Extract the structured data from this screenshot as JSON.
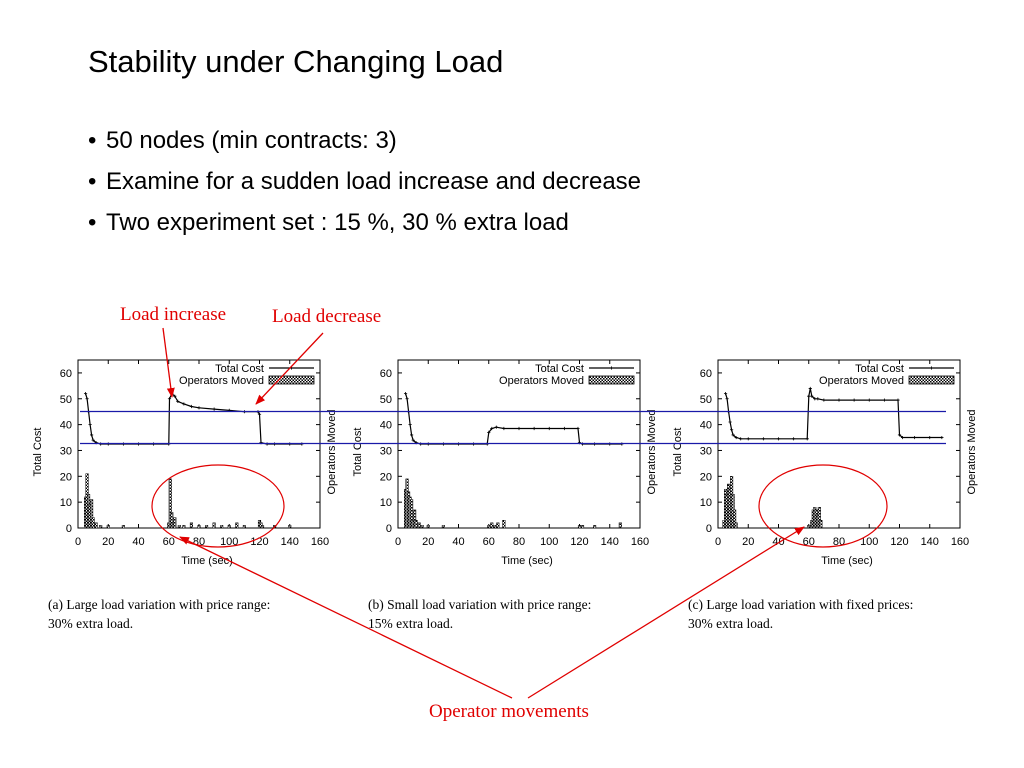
{
  "slide": {
    "title": "Stability under Changing Load",
    "bullets": [
      "50 nodes (min contracts: 3)",
      "Examine for a sudden load increase and decrease",
      "Two experiment set : 15 %, 30 % extra load"
    ]
  },
  "annotations": {
    "load_increase": "Load increase",
    "load_decrease": "Load decrease",
    "operator_movements": "Operator movements",
    "color": "#e00000",
    "reference_line_color": "#1a1aa8"
  },
  "chart_data": [
    {
      "type": "line",
      "caption_lines": [
        "(a) Large load variation with price range:",
        "30% extra load."
      ],
      "xlabel": "Time (sec)",
      "ylabel": "Total Cost",
      "y2label": "Operators Moved",
      "xlim": [
        0,
        160
      ],
      "ylim": [
        0,
        65
      ],
      "xticks": [
        0,
        20,
        40,
        60,
        80,
        100,
        120,
        140,
        160
      ],
      "yticks": [
        0,
        10,
        20,
        30,
        40,
        50,
        60
      ],
      "legend": [
        "Total Cost",
        "Operators Moved"
      ],
      "legend_position": "top-right",
      "series": [
        {
          "name": "Total Cost",
          "x": [
            5,
            6,
            7,
            8,
            9,
            10,
            12,
            15,
            20,
            30,
            40,
            50,
            60,
            60.5,
            62,
            64,
            66,
            70,
            75,
            80,
            90,
            100,
            110,
            119,
            120,
            121,
            125,
            130,
            140,
            148
          ],
          "y": [
            52,
            50,
            45,
            40,
            36,
            34,
            33,
            32.5,
            32.5,
            32.5,
            32.5,
            32.5,
            32.5,
            50,
            52,
            51,
            49,
            48,
            47,
            46.5,
            46,
            45.5,
            45,
            45,
            44,
            33,
            32.5,
            32.5,
            32.5,
            32.5
          ]
        },
        {
          "name": "Operators Moved",
          "type": "bar",
          "x": [
            5,
            6,
            7,
            8,
            9,
            10,
            12,
            15,
            20,
            30,
            60,
            61,
            62,
            63,
            64,
            67,
            70,
            75,
            80,
            85,
            90,
            95,
            100,
            105,
            110,
            120,
            121,
            122,
            130,
            140
          ],
          "y": [
            12,
            21,
            13,
            9,
            11,
            4,
            2,
            1,
            1,
            1,
            2,
            19,
            6,
            2,
            4,
            1,
            1,
            2,
            1,
            1,
            2,
            1,
            1,
            2,
            1,
            3,
            2,
            1,
            1,
            1
          ]
        }
      ]
    },
    {
      "type": "line",
      "caption_lines": [
        "(b) Small load variation with price range:",
        "15% extra load."
      ],
      "xlabel": "Time (sec)",
      "ylabel": "Total Cost",
      "y2label": "Operators Moved",
      "xlim": [
        0,
        160
      ],
      "ylim": [
        0,
        65
      ],
      "xticks": [
        0,
        20,
        40,
        60,
        80,
        100,
        120,
        140,
        160
      ],
      "yticks": [
        0,
        10,
        20,
        30,
        40,
        50,
        60
      ],
      "legend": [
        "Total Cost",
        "Operators Moved"
      ],
      "legend_position": "top-right",
      "series": [
        {
          "name": "Total Cost",
          "x": [
            5,
            6,
            7,
            8,
            9,
            10,
            12,
            15,
            20,
            30,
            40,
            50,
            59,
            60,
            62,
            65,
            70,
            80,
            90,
            100,
            110,
            119,
            120,
            122,
            130,
            140,
            148
          ],
          "y": [
            52,
            50,
            45,
            40,
            36,
            34,
            33,
            32.5,
            32.5,
            32.5,
            32.5,
            32.5,
            32.5,
            37,
            38.5,
            39,
            38.5,
            38.5,
            38.5,
            38.5,
            38.5,
            38.5,
            33,
            32.5,
            32.5,
            32.5,
            32.5
          ]
        },
        {
          "name": "Operators Moved",
          "type": "bar",
          "x": [
            5,
            6,
            7,
            8,
            9,
            10,
            11,
            12,
            14,
            16,
            20,
            30,
            60,
            62,
            64,
            66,
            70,
            120,
            122,
            130,
            147
          ],
          "y": [
            15,
            19,
            14,
            12,
            11,
            3,
            7,
            3,
            2,
            1,
            1,
            1,
            1,
            2,
            1,
            2,
            3,
            1,
            1,
            1,
            2
          ]
        }
      ]
    },
    {
      "type": "line",
      "caption_lines": [
        "(c) Large load variation with fixed prices:",
        "30% extra load."
      ],
      "xlabel": "Time (sec)",
      "ylabel": "Total Cost",
      "y2label": "Operators Moved",
      "xlim": [
        0,
        160
      ],
      "ylim": [
        0,
        65
      ],
      "xticks": [
        0,
        20,
        40,
        60,
        80,
        100,
        120,
        140,
        160
      ],
      "yticks": [
        0,
        10,
        20,
        30,
        40,
        50,
        60
      ],
      "legend": [
        "Total Cost",
        "Operators Moved"
      ],
      "legend_position": "top-right",
      "series": [
        {
          "name": "Total Cost",
          "x": [
            5,
            6,
            7,
            8,
            9,
            10,
            12,
            15,
            20,
            30,
            40,
            50,
            59,
            60,
            61,
            62,
            64,
            66,
            70,
            80,
            90,
            100,
            110,
            119,
            120,
            122,
            130,
            140,
            148
          ],
          "y": [
            52,
            50,
            45,
            41,
            38,
            36,
            35,
            34.5,
            34.5,
            34.5,
            34.5,
            34.5,
            34.5,
            51,
            54,
            51,
            50,
            50,
            49.5,
            49.5,
            49.5,
            49.5,
            49.5,
            49.5,
            36,
            35,
            35,
            35,
            35
          ]
        },
        {
          "name": "Operators Moved",
          "type": "bar",
          "x": [
            4,
            5,
            6,
            7,
            8,
            9,
            10,
            11,
            12,
            60,
            62,
            63,
            64,
            65,
            66,
            67,
            68
          ],
          "y": [
            3,
            15,
            13,
            17,
            15,
            20,
            13,
            7,
            2,
            1,
            3,
            7,
            8,
            7,
            5,
            8,
            3
          ]
        }
      ]
    }
  ]
}
